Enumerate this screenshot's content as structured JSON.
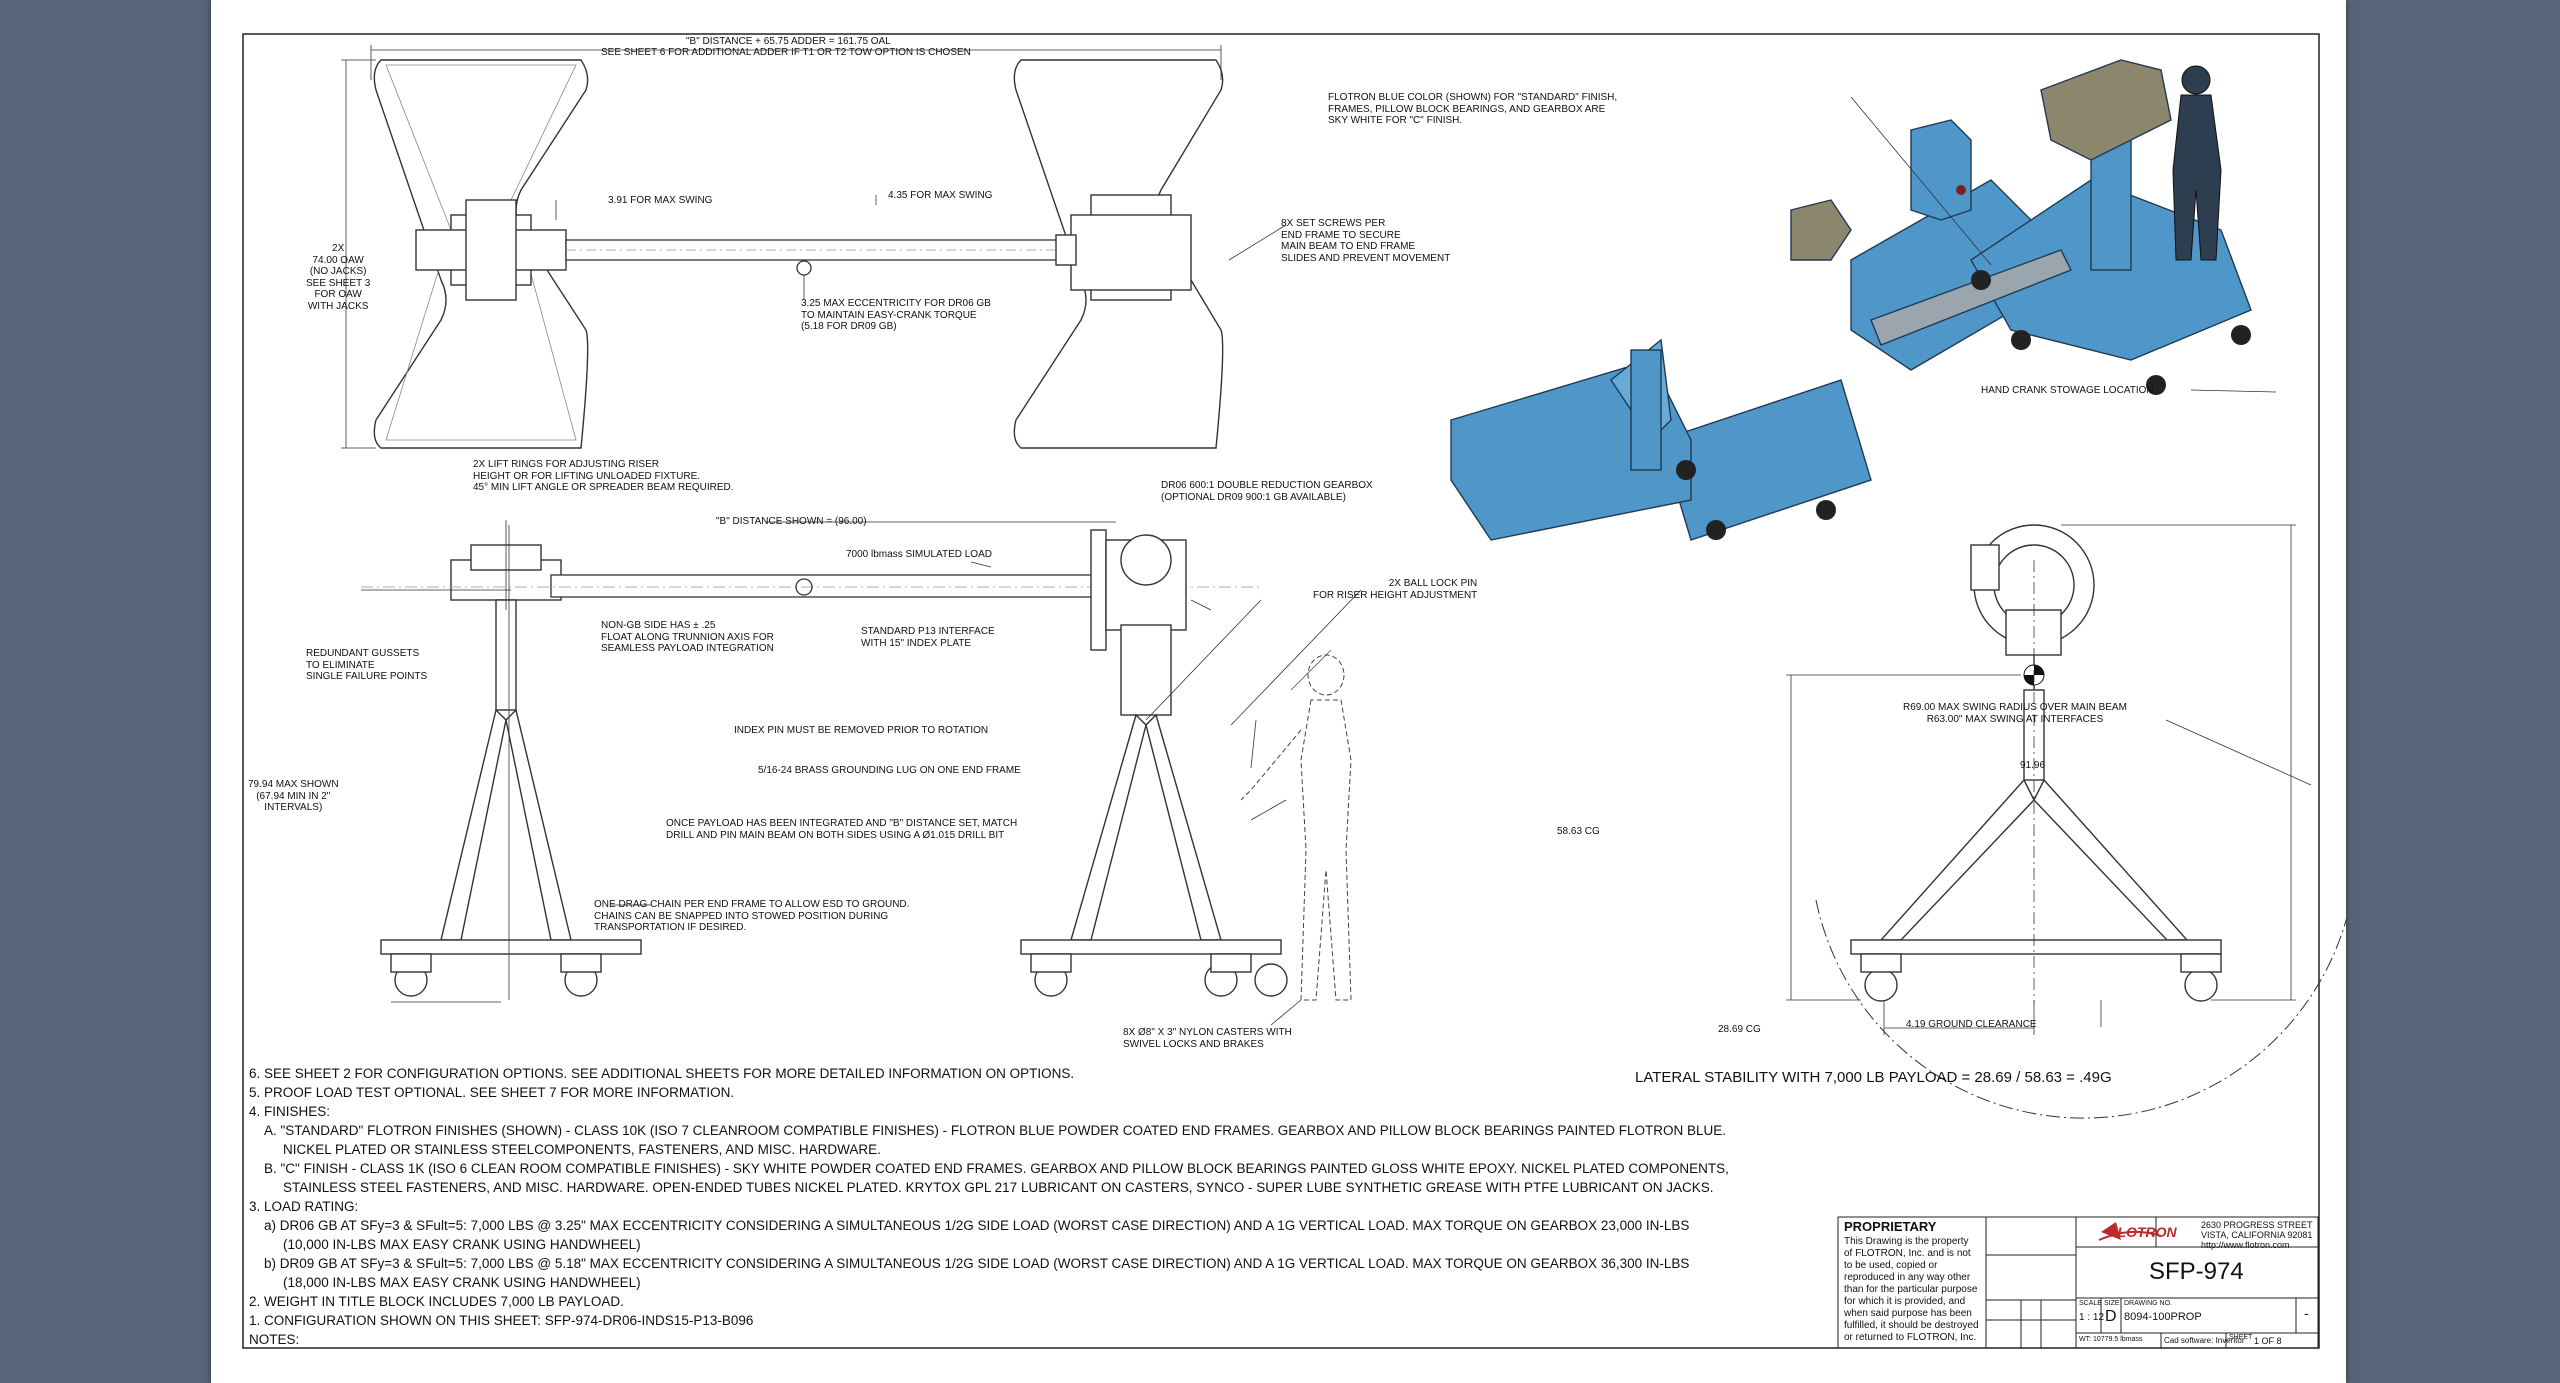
{
  "drawing": {
    "top_view_annotations": {
      "b_distance_adder": "\"B\" DISTANCE + 65.75 ADDER = 161.75 OAL",
      "see_sheet6": "SEE SHEET 6 FOR ADDITIONAL ADDER IF T1 OR T2 TOW OPTION IS CHOSEN",
      "oaw": [
        "2X",
        "74.00 OAW",
        "(NO JACKS)",
        "SEE SHEET 3",
        "FOR OAW",
        "WITH JACKS"
      ],
      "swing_left": "3.91 FOR MAX SWING",
      "swing_right": "4.35 FOR MAX SWING",
      "eccentricity": [
        "3.25 MAX ECCENTRICITY FOR DR06 GB",
        "TO MAINTAIN EASY-CRANK TORQUE",
        "(5.18 FOR DR09 GB)"
      ],
      "set_screws": [
        "8X SET SCREWS PER",
        "END FRAME TO SECURE",
        "MAIN BEAM TO END FRAME",
        "SLIDES AND PREVENT MOVEMENT"
      ]
    },
    "iso_annotations": {
      "color_note": [
        "FLOTRON BLUE COLOR (SHOWN) FOR \"STANDARD\" FINISH,",
        "FRAMES, PILLOW BLOCK BEARINGS, AND GEARBOX ARE",
        "SKY WHITE FOR \"C\" FINISH."
      ],
      "hand_crank": "HAND CRANK STOWAGE LOCATION"
    },
    "side_view_annotations": {
      "lift_rings": [
        "2X LIFT RINGS FOR ADJUSTING RISER",
        "HEIGHT OR FOR LIFTING UNLOADED FIXTURE.",
        "45° MIN LIFT ANGLE OR SPREADER BEAM REQUIRED."
      ],
      "gearbox": [
        "DR06 600:1 DOUBLE REDUCTION GEARBOX",
        "(OPTIONAL DR09 900:1 GB AVAILABLE)"
      ],
      "b_shown": "\"B\" DISTANCE SHOWN = (96.00)",
      "sim_load": "7000 lbmass SIMULATED LOAD",
      "ball_lock": [
        "2X BALL LOCK PIN",
        "FOR RISER HEIGHT ADJUSTMENT"
      ],
      "non_gb": [
        "NON-GB SIDE HAS ± .25",
        "FLOAT ALONG TRUNNION AXIS FOR",
        "SEAMLESS PAYLOAD INTEGRATION"
      ],
      "interface": [
        "STANDARD P13 INTERFACE",
        "WITH 15\" INDEX PLATE"
      ],
      "gussets": [
        "REDUNDANT GUSSETS",
        "TO ELIMINATE",
        "SINGLE FAILURE POINTS"
      ],
      "index_pin": "INDEX PIN MUST BE REMOVED PRIOR TO ROTATION",
      "grounding": "5/16-24 BRASS GROUNDING LUG ON ONE END FRAME",
      "height": [
        "79.94 MAX SHOWN",
        "(67.94 MIN IN 2\"",
        "INTERVALS)"
      ],
      "drill": [
        "ONCE PAYLOAD HAS BEEN INTEGRATED AND \"B\" DISTANCE SET, MATCH",
        "DRILL AND PIN MAIN BEAM ON BOTH SIDES USING A Ø1.015 DRILL BIT"
      ],
      "drag_chain": [
        "ONE DRAG CHAIN PER END FRAME TO ALLOW ESD TO GROUND.",
        "CHAINS CAN BE SNAPPED INTO STOWED POSITION DURING",
        "TRANSPORTATION IF DESIRED."
      ],
      "casters": [
        "8X Ø8\" X 3\" NYLON CASTERS WITH",
        "SWIVEL LOCKS AND BRAKES"
      ]
    },
    "end_view_annotations": {
      "swing_radius": [
        "R69.00 MAX SWING RADIUS OVER MAIN BEAM",
        "R63.00\" MAX SWING AT INTERFACES"
      ],
      "overall_height": "91.96",
      "cg_height": "58.63 CG",
      "cg_width": "28.69 CG",
      "ground_clearance": "4.19 GROUND CLEARANCE",
      "lateral_stability": "LATERAL STABILITY WITH 7,000 LB PAYLOAD = 28.69 / 58.63 = .49G"
    },
    "notes": [
      "6.  SEE SHEET 2 FOR CONFIGURATION OPTIONS.  SEE ADDITIONAL SHEETS FOR MORE DETAILED INFORMATION ON OPTIONS.",
      "5.  PROOF LOAD TEST OPTIONAL.  SEE SHEET 7 FOR MORE INFORMATION.",
      "4.  FINISHES:",
      "A. \"STANDARD\" FLOTRON FINISHES (SHOWN) - CLASS 10K (ISO 7 CLEANROOM COMPATIBLE FINISHES) - FLOTRON BLUE POWDER COATED END FRAMES. GEARBOX AND PILLOW BLOCK BEARINGS PAINTED FLOTRON BLUE.",
      "NICKEL PLATED OR STAINLESS STEELCOMPONENTS, FASTENERS, AND MISC. HARDWARE.",
      "B. \"C\" FINISH - CLASS 1K (ISO 6 CLEAN ROOM COMPATIBLE FINISHES) - SKY WHITE POWDER COATED END FRAMES. GEARBOX AND PILLOW BLOCK BEARINGS PAINTED GLOSS WHITE EPOXY. NICKEL PLATED COMPONENTS,",
      "STAINLESS STEEL FASTENERS, AND MISC. HARDWARE.  OPEN-ENDED TUBES NICKEL PLATED.  KRYTOX GPL 217 LUBRICANT ON CASTERS, SYNCO - SUPER LUBE SYNTHETIC GREASE WITH PTFE LUBRICANT ON JACKS.",
      "3.  LOAD RATING:",
      "a) DR06 GB AT SFy=3 & SFult=5: 7,000 LBS @ 3.25\" MAX ECCENTRICITY CONSIDERING A SIMULTANEOUS 1/2G SIDE LOAD (WORST CASE DIRECTION) AND A 1G VERTICAL LOAD. MAX TORQUE ON GEARBOX 23,000 IN-LBS",
      "(10,000 IN-LBS MAX EASY CRANK USING HANDWHEEL)",
      "b) DR09 GB AT SFy=3 & SFult=5: 7,000 LBS @ 5.18\" MAX ECCENTRICITY CONSIDERING A SIMULTANEOUS 1/2G SIDE LOAD (WORST CASE DIRECTION) AND A 1G VERTICAL LOAD.  MAX TORQUE ON GEARBOX 36,300 IN-LBS",
      "(18,000 IN-LBS MAX EASY CRANK USING HANDWHEEL)",
      "2.  WEIGHT IN TITLE BLOCK INCLUDES 7,000 LB PAYLOAD.",
      "1.  CONFIGURATION SHOWN ON THIS SHEET: SFP-974-DR06-INDS15-P13-B096",
      "NOTES:"
    ],
    "title_block": {
      "proprietary_title": "PROPRIETARY",
      "proprietary_text": [
        "This Drawing is the property",
        "of FLOTRON, Inc. and is not",
        "to be used, copied or",
        "reproduced in any way other",
        "than for the particular purpose",
        "for which it is provided, and",
        "when said purpose has been",
        "fulfilled, it should be destroyed",
        "or returned to FLOTRON, Inc."
      ],
      "logo": "FLOTRON",
      "address": [
        "2630 PROGRESS STREET",
        "VISTA, CALIFORNIA 92081",
        "http://www.flotron.com"
      ],
      "title": "SFP-974",
      "scale_label": "SCALE",
      "scale": "1 : 12",
      "size_label": "SIZE",
      "size": "D",
      "dwg_label": "DRAWING NO.",
      "dwg_no": "8094-100PROP",
      "rev": "-",
      "weight": "WT: 10779.5 lbmass",
      "cad": "Cad software: Inventor",
      "sheet_label": "SHEET",
      "sheet": "1  OF 8"
    }
  }
}
